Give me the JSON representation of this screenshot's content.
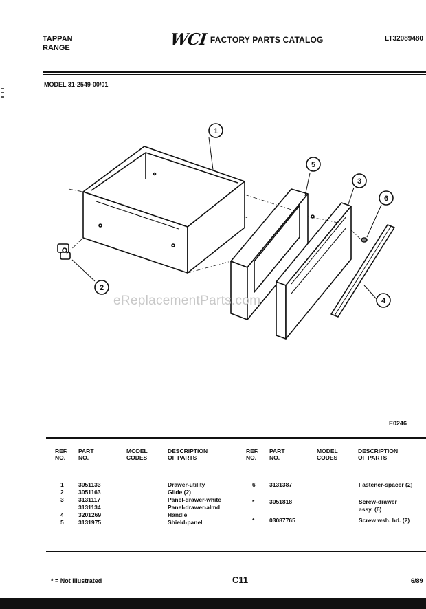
{
  "header": {
    "brand_line1": "TAPPAN",
    "brand_line2": "RANGE",
    "logo_text": "WCI",
    "catalog_title": "FACTORY PARTS CATALOG",
    "catalog_code": "LT32089480"
  },
  "model_line": "MODEL 31-2549-00/01",
  "diagram": {
    "callouts": [
      "1",
      "2",
      "3",
      "4",
      "5",
      "6"
    ],
    "drawing_code": "E0246",
    "watermark": "eReplacementParts.com"
  },
  "table": {
    "headers": {
      "ref": "REF.\nNO.",
      "part": "PART\nNO.",
      "model": "MODEL\nCODES",
      "desc": "DESCRIPTION\nOF PARTS"
    },
    "left_rows": [
      {
        "ref": "1",
        "part": "3051133",
        "model": "",
        "desc": "Drawer-utility"
      },
      {
        "ref": "2",
        "part": "3051163",
        "model": "",
        "desc": "Glide (2)"
      },
      {
        "ref": "3",
        "part": "3131117",
        "model": "",
        "desc": "Panel-drawer-white"
      },
      {
        "ref": "",
        "part": "3131134",
        "model": "",
        "desc": "Panel-drawer-almd"
      },
      {
        "ref": "4",
        "part": "3201269",
        "model": "",
        "desc": "Handle"
      },
      {
        "ref": "5",
        "part": "3131975",
        "model": "",
        "desc": "Shield-panel"
      }
    ],
    "right_rows": [
      {
        "ref": "6",
        "part": "3131387",
        "model": "",
        "desc": "Fastener-spacer (2)"
      },
      {
        "ref": "*",
        "part": "3051818",
        "model": "",
        "desc": "Screw-drawer",
        "desc2": "assy. (6)"
      },
      {
        "ref": "*",
        "part": "03087765",
        "model": "",
        "desc": "Screw wsh. hd. (2)"
      }
    ]
  },
  "footer": {
    "note": "* = Not Illustrated",
    "page": "C11",
    "date": "6/89"
  }
}
